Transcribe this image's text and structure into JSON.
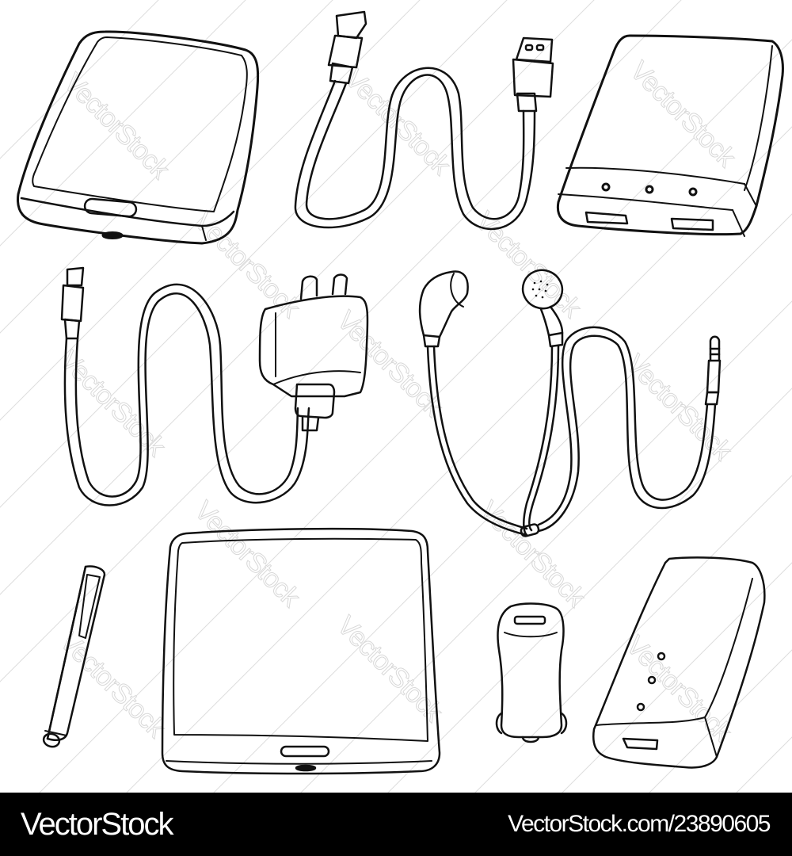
{
  "illustration": {
    "subject": "vector set of smartphone accessories",
    "style": "black line art on white background",
    "line_color": "#111111",
    "background_color": "#ffffff",
    "items": [
      {
        "name": "smartphone",
        "details": "rounded screen, home button, bottom port"
      },
      {
        "name": "usb-cable",
        "details": "micro-USB end and USB-A end"
      },
      {
        "name": "power-bank",
        "details": "3 indicator dots, 2 ports"
      },
      {
        "name": "wall-charger",
        "details": "two-prong plug with attached cable"
      },
      {
        "name": "earphones",
        "details": "two earbuds, cable splitter, 3.5mm jack"
      },
      {
        "name": "stylus-pen",
        "details": "clip cap and rubber tip"
      },
      {
        "name": "tablet",
        "details": "large screen, home button, bottom port"
      },
      {
        "name": "car-charger",
        "details": "USB port on top"
      },
      {
        "name": "mini-power-bank",
        "details": "3 indicator dots, USB port"
      }
    ]
  },
  "watermark": {
    "text": "VectorStock",
    "color": "#d8d8d8"
  },
  "footer": {
    "background": "#000000",
    "brand": "VectorStock",
    "reference": "VectorStock.com/23890605"
  }
}
